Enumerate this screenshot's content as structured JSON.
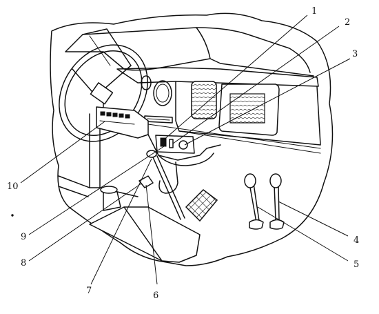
{
  "diagram": {
    "callouts": [
      "1",
      "2",
      "3",
      "4",
      "5",
      "6",
      "7",
      "8",
      "9",
      "10"
    ],
    "stroke_color": "#111111",
    "background_color": "#ffffff"
  }
}
